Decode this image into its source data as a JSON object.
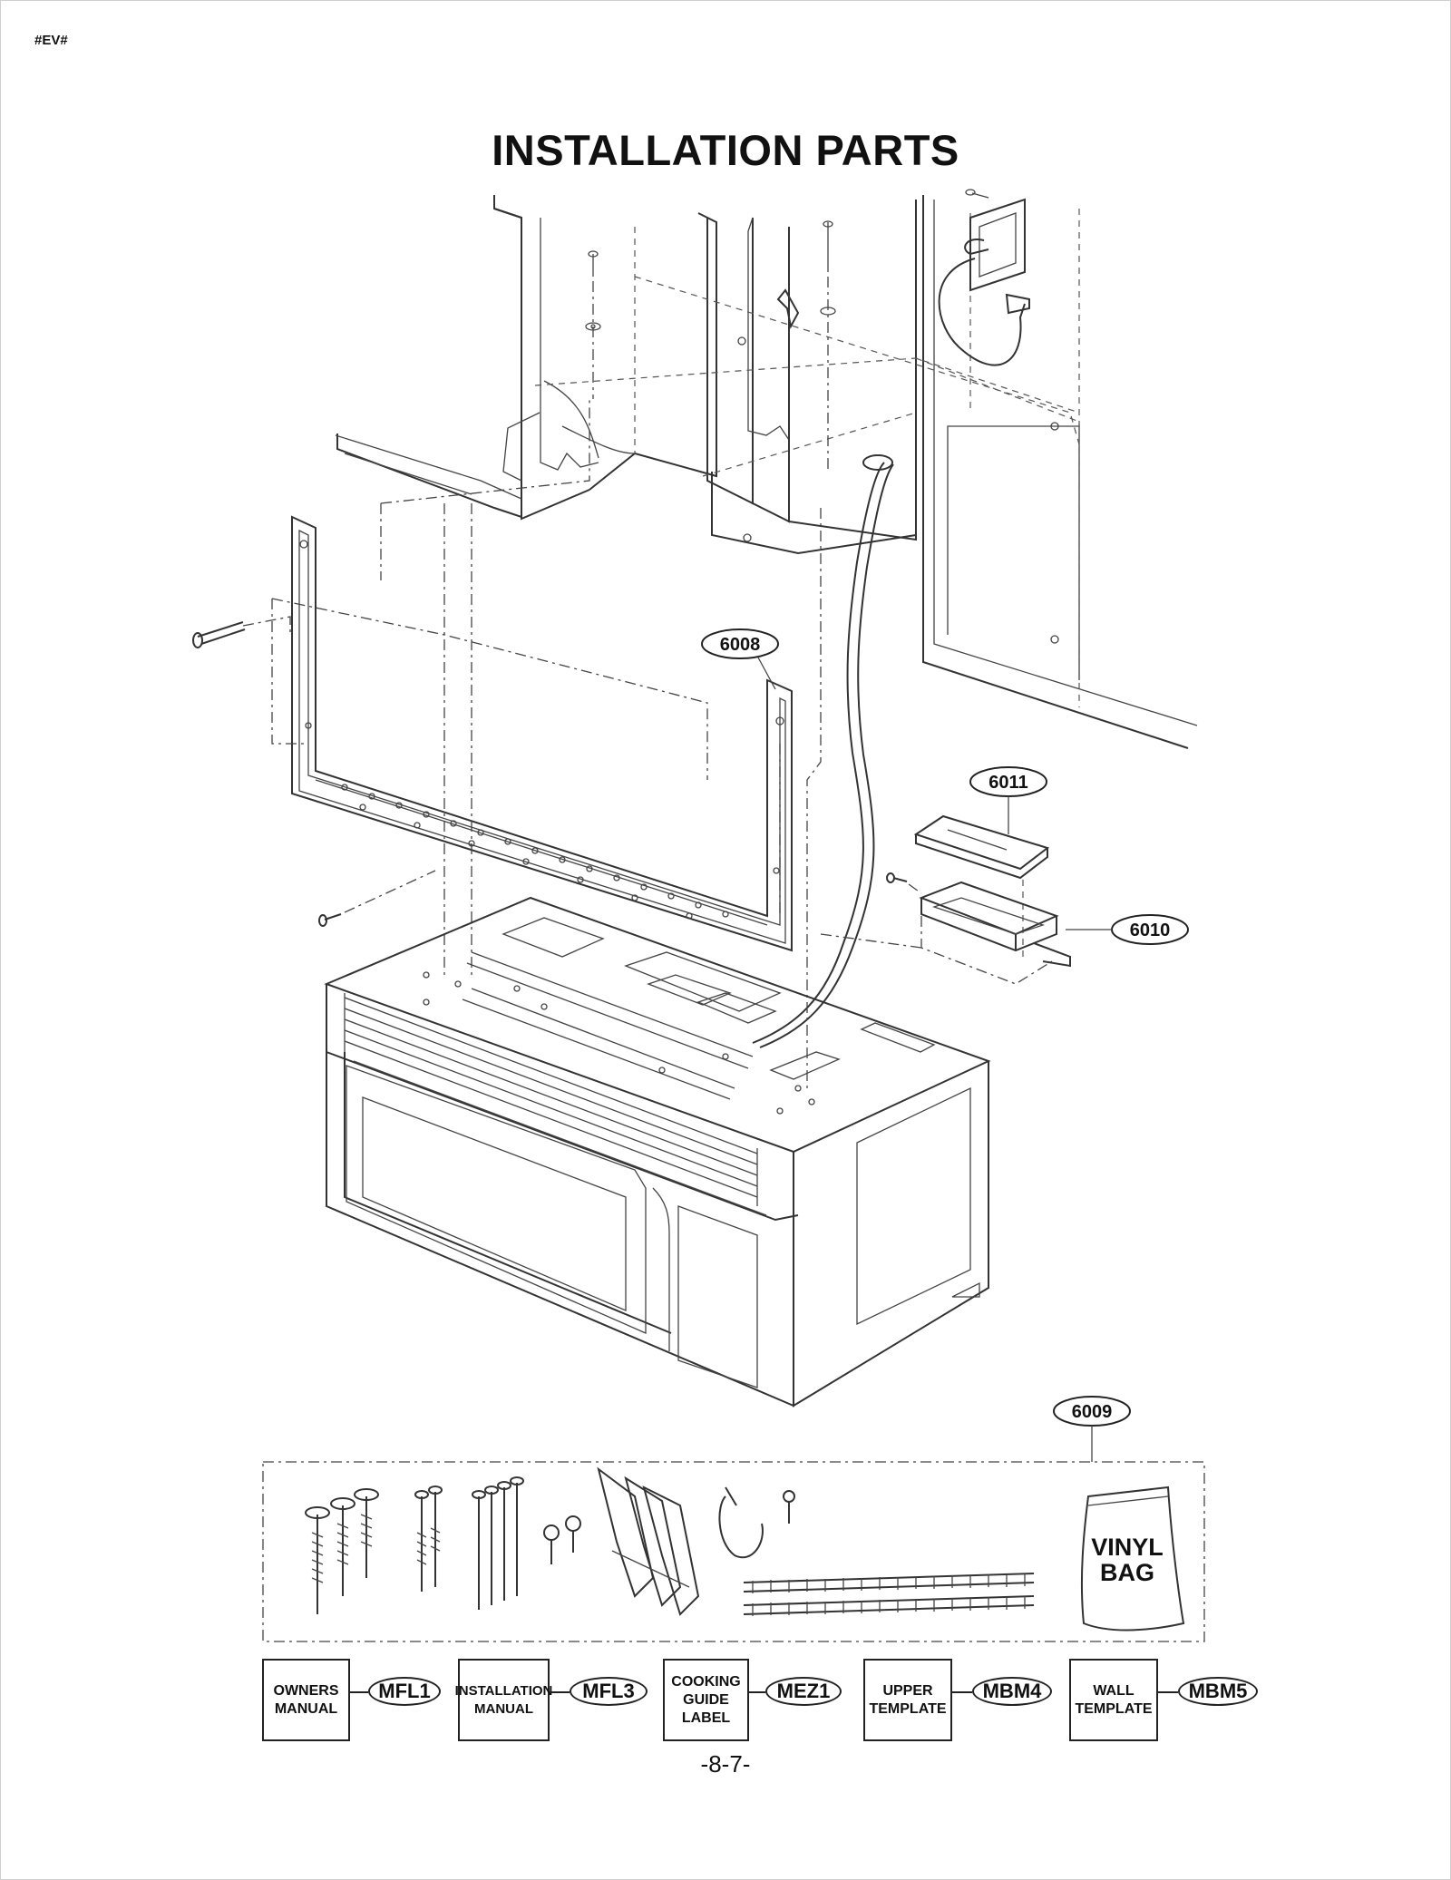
{
  "header": {
    "doc_code": "#EV#"
  },
  "title": "INSTALLATION PARTS",
  "callouts": {
    "part_6008": "6008",
    "part_6011": "6011",
    "part_6010": "6010",
    "part_6009": "6009"
  },
  "kit": {
    "vinyl_bag_line1": "VINYL",
    "vinyl_bag_line2": "BAG"
  },
  "documents": [
    {
      "label_line1": "OWNERS",
      "label_line2": "MANUAL",
      "label_line3": "",
      "code": "MFL1"
    },
    {
      "label_line1": "INSTALLATION",
      "label_line2": "MANUAL",
      "label_line3": "",
      "code": "MFL3"
    },
    {
      "label_line1": "COOKING",
      "label_line2": "GUIDE",
      "label_line3": "LABEL",
      "code": "MEZ1"
    },
    {
      "label_line1": "UPPER",
      "label_line2": "TEMPLATE",
      "label_line3": "",
      "code": "MBM4"
    },
    {
      "label_line1": "WALL",
      "label_line2": "TEMPLATE",
      "label_line3": "",
      "code": "MBM5"
    }
  ],
  "footer": {
    "page_number": "-8-7-"
  }
}
